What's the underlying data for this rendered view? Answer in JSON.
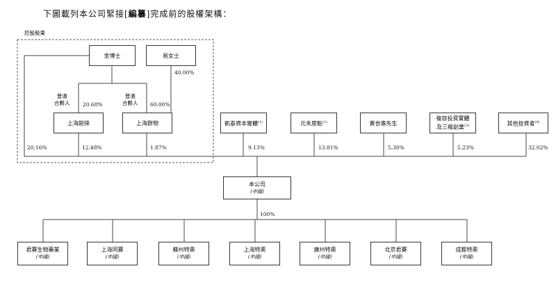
{
  "heading": {
    "prefix": "下圖載列本公司緊接[",
    "redacted": "編纂",
    "suffix": "]完成前的股權架構："
  },
  "group_label": "控股股東",
  "top_shareholders": {
    "jin": "金博士",
    "yi": "易女士"
  },
  "partners": {
    "ruiyao": "上海鋭徠",
    "qunwu": "上海群物"
  },
  "gp_label_1": "普通\n合夥人",
  "gp_label_2": "普通\n合夥人",
  "investors": [
    {
      "name": "凱泰資本實體",
      "note": "(1)"
    },
    {
      "name": "元禾原點",
      "note": "(2)"
    },
    {
      "name": "黃世專先生",
      "note": ""
    },
    {
      "name": "複容投資實體\n及三複創業",
      "note": "(3)"
    },
    {
      "name": "其他投資者",
      "note": "(4)"
    }
  ],
  "percents": {
    "yi_to_qunwu": "40.00%",
    "jin_to_ruiyao": "20.68%",
    "jin_to_qunwu": "60.00%",
    "jin_direct": "20.16%",
    "ruiyao": "12.48%",
    "qunwu": "1.87%",
    "kaitai": "9.13%",
    "yuanhe": "13.81%",
    "huang": "5.30%",
    "furong": "5.23%",
    "others": "32.02%"
  },
  "company": {
    "name": "本公司",
    "sub": "(中國)"
  },
  "company_to_subs": "100%",
  "subsidiaries": [
    {
      "name": "君賽生物藥業",
      "sub": "(中國)"
    },
    {
      "name": "上海同賽",
      "sub": "(中國)"
    },
    {
      "name": "蘇州特奧",
      "sub": "(中國)"
    },
    {
      "name": "上海特奧",
      "sub": "(中國)"
    },
    {
      "name": "廣州特奧",
      "sub": "(中國)"
    },
    {
      "name": "北京君賽",
      "sub": "(中國)"
    },
    {
      "name": "成都特奧",
      "sub": "(中國)"
    }
  ]
}
